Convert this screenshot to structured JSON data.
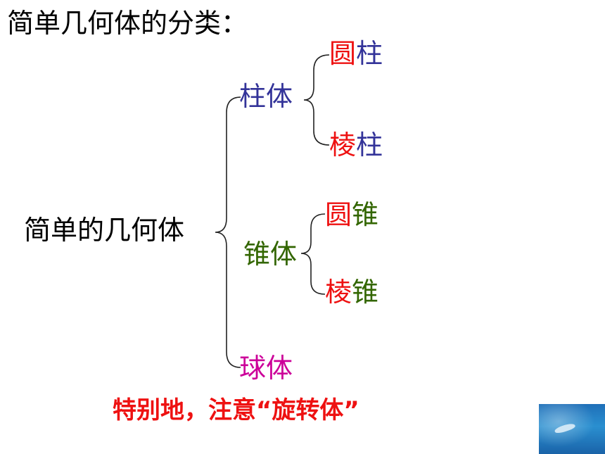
{
  "title": "简单几何体的分类：",
  "root": "简单的几何体",
  "branches": [
    {
      "label": "柱体",
      "color": "#333399",
      "children": [
        {
          "prefix": "圆",
          "suffix": "柱"
        },
        {
          "prefix": "棱",
          "suffix": "柱"
        }
      ]
    },
    {
      "label": "锥体",
      "color": "#336600",
      "children": [
        {
          "prefix": "圆",
          "suffix": "锥"
        },
        {
          "prefix": "棱",
          "suffix": "锥"
        }
      ]
    },
    {
      "label": "球体",
      "color": "#cc0099",
      "children": []
    }
  ],
  "note": "特别地，注意“旋转体”",
  "colors": {
    "prefix": "#ee1111",
    "brace": "#222222"
  },
  "thumbnail": "dolphin-in-ocean-image"
}
